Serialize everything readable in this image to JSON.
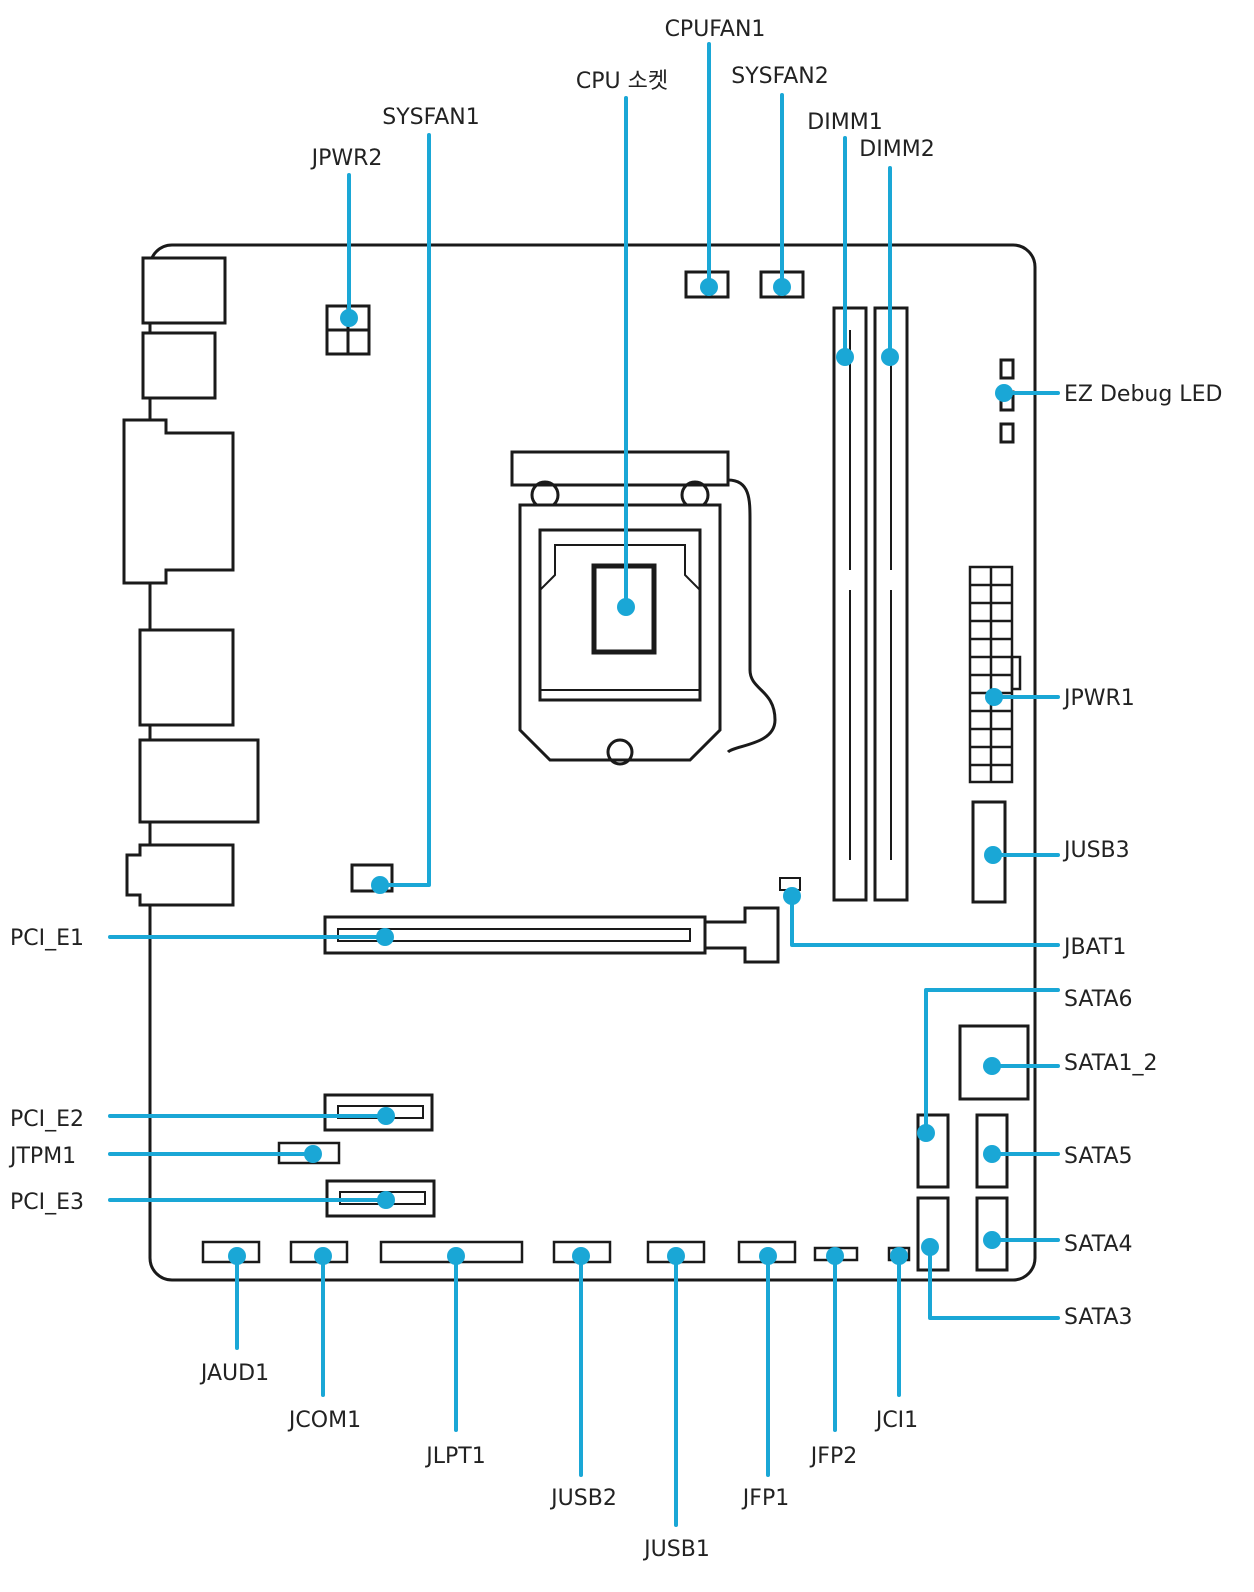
{
  "colors": {
    "leader": "#1aa7d6",
    "outline": "#1a1a1a",
    "text": "#222222"
  },
  "labels": {
    "cpufan1": "CPUFAN1",
    "cpu_socket": "CPU 소켓",
    "sysfan2": "SYSFAN2",
    "sysfan1": "SYSFAN1",
    "dimm1": "DIMM1",
    "dimm2": "DIMM2",
    "jpwr2": "JPWR2",
    "ez_debug_led": "EZ Debug LED",
    "jpwr1": "JPWR1",
    "jusb3": "JUSB3",
    "pci_e1": "PCI_E1",
    "jbat1": "JBAT1",
    "sata6": "SATA6",
    "sata1_2": "SATA1_2",
    "pci_e2": "PCI_E2",
    "jtpm1": "JTPM1",
    "sata5": "SATA5",
    "pci_e3": "PCI_E3",
    "sata4": "SATA4",
    "sata3": "SATA3",
    "jaud1": "JAUD1",
    "jcom1": "JCOM1",
    "jlpt1": "JLPT1",
    "jusb2": "JUSB2",
    "jusb1": "JUSB1",
    "jfp1": "JFP1",
    "jfp2": "JFP2",
    "jci1": "JCI1"
  }
}
